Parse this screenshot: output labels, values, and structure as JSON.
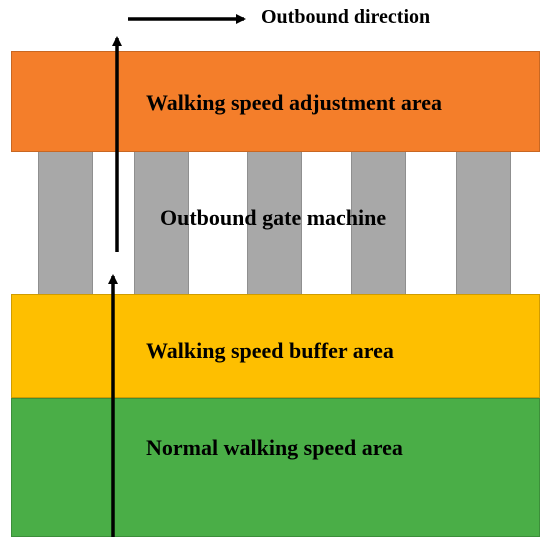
{
  "direction": {
    "label": "Outbound direction"
  },
  "zones": {
    "adjustment": {
      "label": "Walking speed adjustment area",
      "color": "#F47E2A"
    },
    "gate": {
      "label": "Outbound gate machine",
      "pillar_color": "#A8A8A8"
    },
    "buffer": {
      "label": "Walking speed buffer area",
      "color": "#FEBF00"
    },
    "normal": {
      "label": "Normal walking speed area",
      "color": "#4AAE47"
    }
  },
  "colors": {
    "arrow": "#000000",
    "background": "#FFFFFF"
  }
}
